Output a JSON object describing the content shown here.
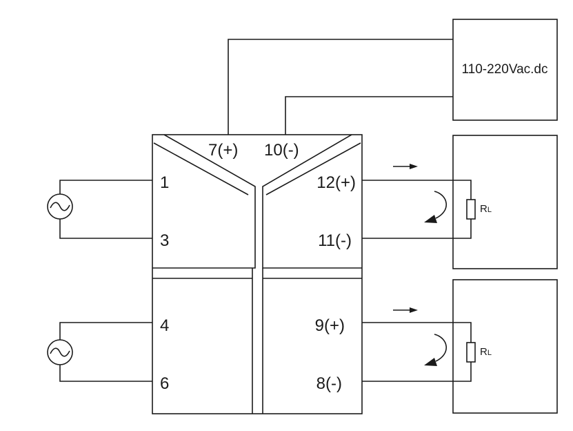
{
  "power_supply": {
    "label": "110-220Vac.dc"
  },
  "terminals": {
    "t7": "7(+)",
    "t10": "10(-)",
    "t1": "1",
    "t3": "3",
    "t12": "12(+)",
    "t11": "11(-)",
    "t4": "4",
    "t6": "6",
    "t9": "9(+)",
    "t8": "8(-)"
  },
  "loads": [
    {
      "main": "R",
      "sub": "L"
    },
    {
      "main": "R",
      "sub": "L"
    }
  ],
  "sources": [
    {
      "icon": "ac-source-icon"
    },
    {
      "icon": "ac-source-icon"
    }
  ]
}
